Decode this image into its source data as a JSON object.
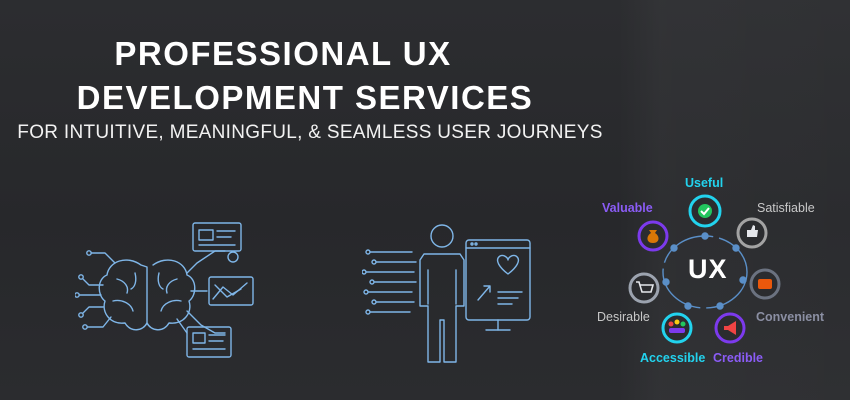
{
  "headline": {
    "line1": "PROFESSIONAL UX",
    "line2": "DEVELOPMENT SERVICES",
    "subtitle": "FOR INTUITIVE, MEANINGFUL, & SEAMLESS USER JOURNEYS"
  },
  "ux_honeycomb": {
    "center": "UX",
    "facets": [
      {
        "label": "Useful",
        "color": "#22d3ee",
        "icon": "checkmark-icon"
      },
      {
        "label": "Satisfiable",
        "color": "#c8c8c8",
        "icon": "thumbs-up-icon"
      },
      {
        "label": "Convenient",
        "color": "#8b8fa3",
        "icon": "wallet-icon"
      },
      {
        "label": "Credible",
        "color": "#7c3aed",
        "icon": "megaphone-icon"
      },
      {
        "label": "Accessible",
        "color": "#22d3ee",
        "icon": "people-icon"
      },
      {
        "label": "Desirable",
        "color": "#c8c8c8",
        "icon": "shopping-cart-icon"
      },
      {
        "label": "Valuable",
        "color": "#7c3aed",
        "icon": "money-bag-icon"
      }
    ]
  },
  "colors": {
    "background": "#2a2b2e",
    "line_art": "#7fb6e8",
    "accent_cyan": "#22d3ee",
    "accent_purple": "#7c3aed"
  }
}
